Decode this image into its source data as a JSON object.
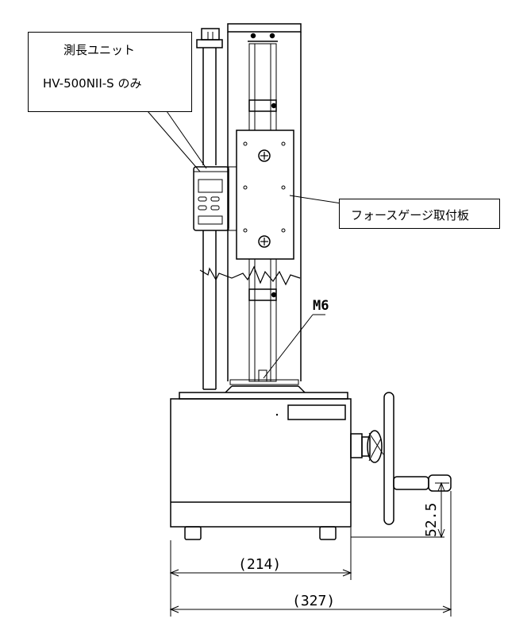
{
  "labels": {
    "measuring_unit_title": "測長ユニット",
    "measuring_unit_model": "HV-500NII-S のみ",
    "gauge_plate": "フォースゲージ取付板",
    "thread": "M6"
  },
  "dimensions": {
    "base_width": "(214)",
    "total_width": "(327)",
    "handle_height": "52.5"
  },
  "colors": {
    "line": "#000000",
    "background": "#ffffff"
  }
}
